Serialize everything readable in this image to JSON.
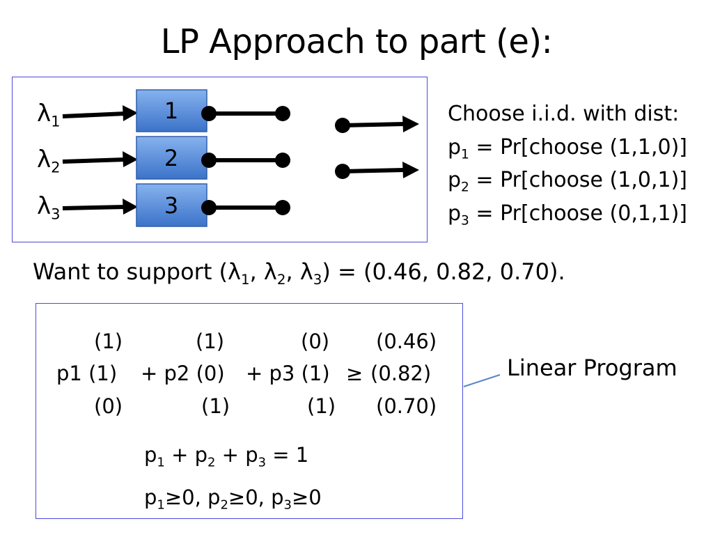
{
  "slide": {
    "title": "LP Approach to part (e):"
  },
  "diagram": {
    "inputs": [
      {
        "symbol": "λ",
        "sub": "1"
      },
      {
        "symbol": "λ",
        "sub": "2"
      },
      {
        "symbol": "λ",
        "sub": "3"
      }
    ],
    "servers": [
      "1",
      "2",
      "3"
    ],
    "colors": {
      "box_border": "#4a4adb",
      "server_fill_top": "#7aa8e8",
      "server_fill_bottom": "#3f76cc",
      "server_border": "#2e5fa8",
      "arrow": "#000000"
    },
    "icons": [
      "arrow-icon",
      "dot-line-icon",
      "dot-arrow-icon"
    ]
  },
  "distribution": {
    "heading": "Choose i.i.d. with dist:",
    "lines": [
      {
        "p": "p",
        "sub": "1",
        "rest": " = Pr[choose (1,1,0)]"
      },
      {
        "p": "p",
        "sub": "2",
        "rest": " = Pr[choose (1,0,1)]"
      },
      {
        "p": "p",
        "sub": "3",
        "rest": " = Pr[choose (0,1,1)]"
      }
    ]
  },
  "support": {
    "prefix": "Want to support (λ",
    "s1": "1",
    "sep1": ", λ",
    "s2": "2",
    "sep2": ", λ",
    "s3": "3",
    "suffix": ") = (0.46, 0.82, 0.70)."
  },
  "linear_program": {
    "row1": {
      "c1": "(1)",
      "c2": "(1)",
      "c3": "(0)",
      "rhs": "(0.46)"
    },
    "row2": {
      "t1": "p1 (1)",
      "t2": "+ p2 (0)",
      "t3": "+ p3 (1)",
      "rel": "≥",
      "rhs": "(0.82)"
    },
    "row3": {
      "c1": "(0)",
      "c2": "(1)",
      "c3": "(1)",
      "rhs": "(0.70)"
    },
    "sum_constraint": {
      "a": "p",
      "a_sub": "1",
      "b": " + p",
      "b_sub": "2",
      "c": " + p",
      "c_sub": "3",
      "rest": " = 1"
    },
    "nonneg": {
      "a": "p",
      "a_sub": "1",
      "b": "≥0, p",
      "b_sub": "2",
      "c": "≥0, p",
      "c_sub": "3",
      "rest": "≥0"
    },
    "label": "Linear Program"
  }
}
